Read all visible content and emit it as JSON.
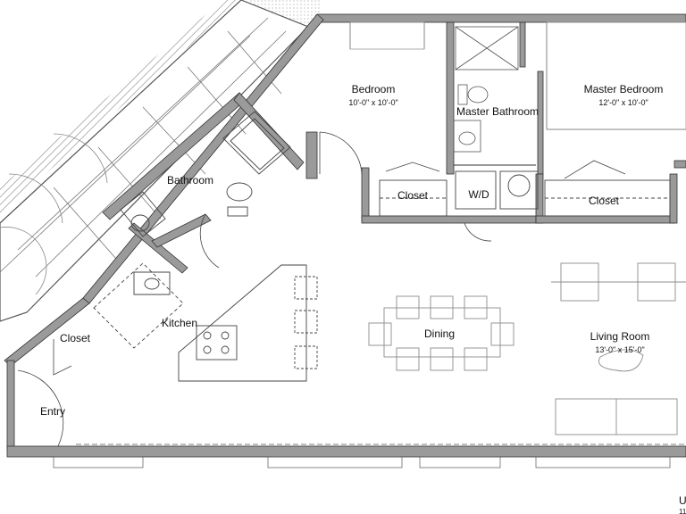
{
  "rooms": {
    "bedroom": {
      "name": "Bedroom",
      "dims": "10'-0\" x 10'-0\""
    },
    "master_bathroom": {
      "name": "Master Bathroom"
    },
    "master_bedroom": {
      "name": "Master Bedroom",
      "dims": "12'-0\" x 10'-0\""
    },
    "bathroom": {
      "name": "Bathroom"
    },
    "closet_bedroom": {
      "name": "Closet"
    },
    "wd": {
      "name": "W/D"
    },
    "closet_master": {
      "name": "Closet"
    },
    "kitchen": {
      "name": "Kitchen"
    },
    "closet_entry": {
      "name": "Closet"
    },
    "dining": {
      "name": "Dining"
    },
    "living_room": {
      "name": "Living Room",
      "dims": "13'-0\" x 15'-0\""
    },
    "entry": {
      "name": "Entry"
    }
  },
  "corner": {
    "label": "U",
    "sub": "11"
  },
  "colors": {
    "wall": "#9a9a9a",
    "line": "#333333",
    "furniture": "#8c8c8c",
    "hatch": "#555555"
  }
}
